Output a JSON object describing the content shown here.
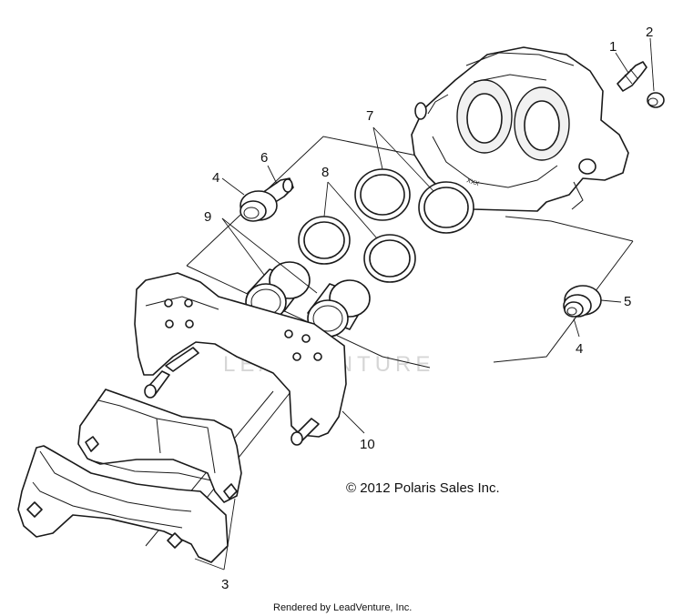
{
  "callouts": {
    "c1": "1",
    "c2": "2",
    "c3": "3",
    "c4a": "4",
    "c4b": "4",
    "c5": "5",
    "c6": "6",
    "c7": "7",
    "c8": "8",
    "c9": "9",
    "c10": "10"
  },
  "copyright": "© 2012 Polaris Sales Inc.",
  "watermark": "LEADVENTURE",
  "caliper_marking": "XXX",
  "footer": "Rendered by LeadVenture, Inc."
}
